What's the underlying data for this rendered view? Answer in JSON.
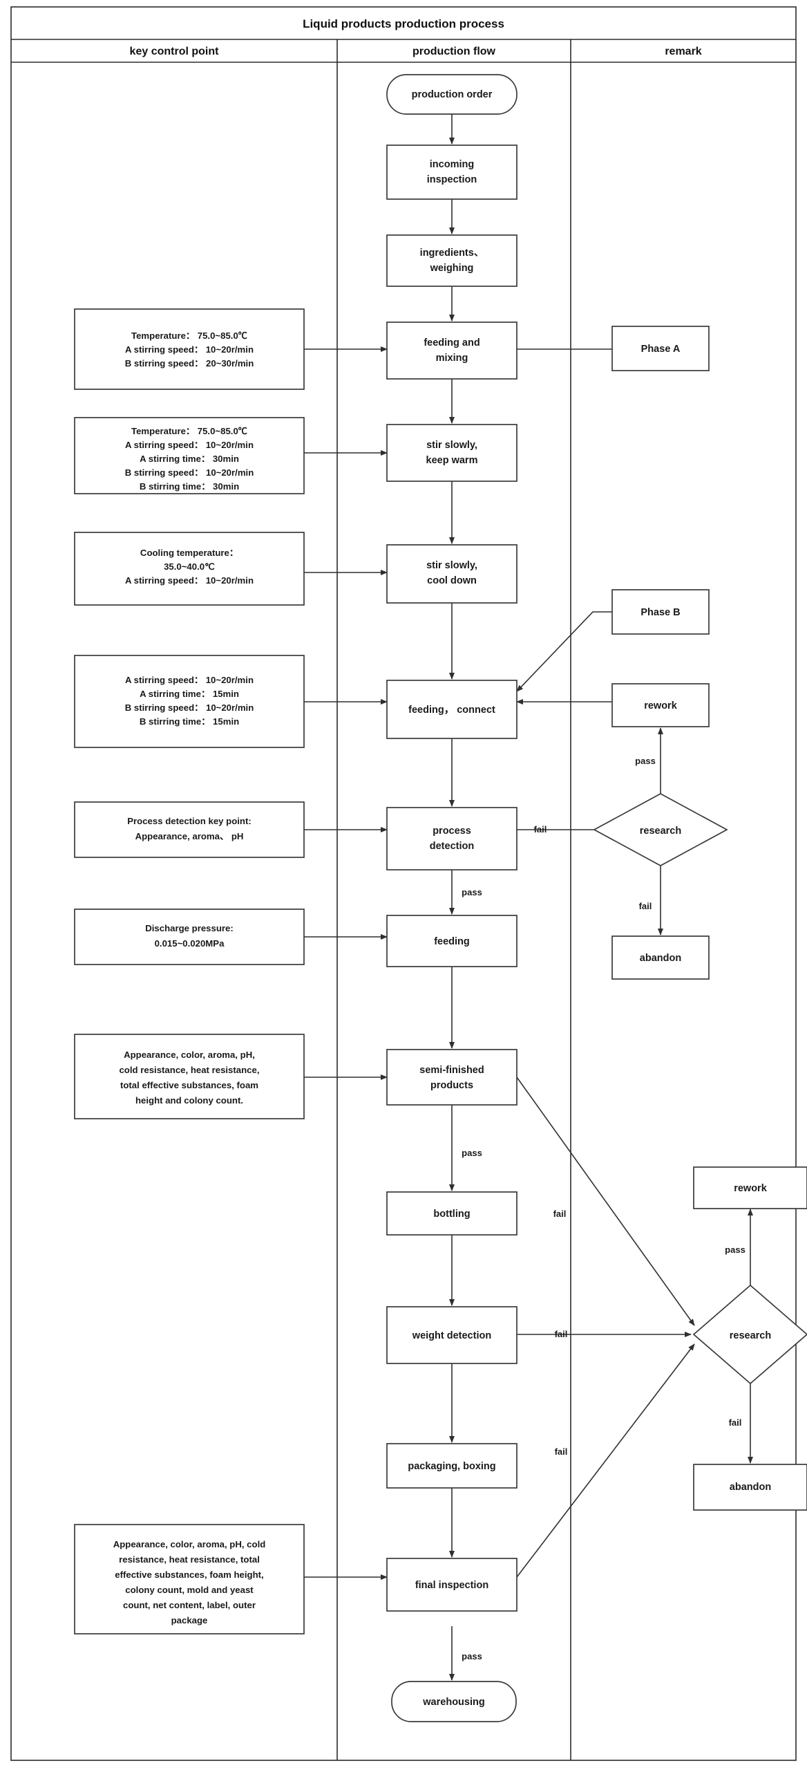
{
  "header": {
    "title": "Liquid products production process",
    "columns": [
      {
        "id": "key-control-point",
        "label": "key control point"
      },
      {
        "id": "production-flow",
        "label": "production flow"
      },
      {
        "id": "remark",
        "label": "remark"
      }
    ]
  },
  "flow_nodes": {
    "production_order": "production order",
    "incoming_inspection": "incoming\ninspection",
    "ingredients_weighing": "ingredients、\nweighing",
    "feeding_and_mixing": "feeding and\nmixing",
    "stir_keep_warm": "stir slowly,\nkeep warm",
    "stir_cool_down": "stir slowly,\ncool down",
    "feeding_connect": "feeding， connect",
    "process_detection": "process\ndetection",
    "feeding": "feeding",
    "semi_finished": "semi-finished\nproducts",
    "bottling": "bottling",
    "weight_detection": "weight detection",
    "packaging_boxing": "packaging, boxing",
    "final_inspection": "final inspection",
    "warehousing": "warehousing"
  },
  "control_points": {
    "cp1": "Temperature： 75.0~85.0℃\nA stirring speed： 10~20r/min\nB stirring speed： 20~30r/min",
    "cp2": "Temperature： 75.0~85.0℃\nA stirring speed： 10~20r/min\nA stirring time： 30min\nB stirring speed： 10~20r/min\nB stirring time： 30min",
    "cp3": "Cooling temperature：\n35.0~40.0℃\nA stirring speed： 10~20r/min",
    "cp4": "A stirring speed： 10~20r/min\nA stirring time： 15min\nB stirring speed： 10~20r/min\nB stirring time： 15min",
    "cp5": "Process detection key point:\nAppearance, aroma、 pH",
    "cp6": "Discharge pressure:\n0.015~0.020MPa",
    "cp7": "Appearance, color, aroma, pH,\ncold resistance, heat resistance,\ntotal effective substances, foam\nheight and colony count.",
    "cp8": "Appearance, color, aroma, pH, cold\nresistance, heat resistance, total\neffective substances, foam height,\ncolony count, mold and yeast\ncount, net content, label, outer\npackage"
  },
  "remark_nodes": {
    "phase_a": "Phase A",
    "phase_b": "Phase B",
    "rework_top": "rework",
    "research_top": "research",
    "abandon_top": "abandon",
    "rework_bottom": "rework",
    "research_bottom": "research",
    "abandon_bottom": "abandon"
  },
  "edge_labels": {
    "fail_process_detection": "fail",
    "pass_process_detection": "pass",
    "pass_research_top": "pass",
    "fail_research_top": "fail",
    "pass_semi_finished": "pass",
    "fail_semi_finished": "fail",
    "fail_weight_detection": "fail",
    "fail_packaging": "fail",
    "pass_research_bottom": "pass",
    "fail_research_bottom": "fail",
    "pass_final_inspection": "pass"
  },
  "chart_data": {
    "type": "diagram",
    "title": "Liquid products production process",
    "swimlanes": [
      "key control point",
      "production flow",
      "remark"
    ],
    "nodes": [
      {
        "id": "production_order",
        "lane": "production flow",
        "shape": "terminator",
        "label": "production order"
      },
      {
        "id": "incoming_inspection",
        "lane": "production flow",
        "shape": "process",
        "label": "incoming inspection"
      },
      {
        "id": "ingredients_weighing",
        "lane": "production flow",
        "shape": "process",
        "label": "ingredients、weighing"
      },
      {
        "id": "feeding_and_mixing",
        "lane": "production flow",
        "shape": "process",
        "label": "feeding and mixing"
      },
      {
        "id": "stir_keep_warm",
        "lane": "production flow",
        "shape": "process",
        "label": "stir slowly, keep warm"
      },
      {
        "id": "stir_cool_down",
        "lane": "production flow",
        "shape": "process",
        "label": "stir slowly, cool down"
      },
      {
        "id": "feeding_connect",
        "lane": "production flow",
        "shape": "process",
        "label": "feeding， connect"
      },
      {
        "id": "process_detection",
        "lane": "production flow",
        "shape": "process",
        "label": "process detection"
      },
      {
        "id": "feeding",
        "lane": "production flow",
        "shape": "process",
        "label": "feeding"
      },
      {
        "id": "semi_finished",
        "lane": "production flow",
        "shape": "process",
        "label": "semi-finished products"
      },
      {
        "id": "bottling",
        "lane": "production flow",
        "shape": "process",
        "label": "bottling"
      },
      {
        "id": "weight_detection",
        "lane": "production flow",
        "shape": "process",
        "label": "weight detection"
      },
      {
        "id": "packaging_boxing",
        "lane": "production flow",
        "shape": "process",
        "label": "packaging, boxing"
      },
      {
        "id": "final_inspection",
        "lane": "production flow",
        "shape": "process",
        "label": "final inspection"
      },
      {
        "id": "warehousing",
        "lane": "production flow",
        "shape": "terminator",
        "label": "warehousing"
      },
      {
        "id": "phase_a",
        "lane": "remark",
        "shape": "process",
        "label": "Phase A"
      },
      {
        "id": "phase_b",
        "lane": "remark",
        "shape": "process",
        "label": "Phase B"
      },
      {
        "id": "rework_top",
        "lane": "remark",
        "shape": "process",
        "label": "rework"
      },
      {
        "id": "research_top",
        "lane": "remark",
        "shape": "decision",
        "label": "research"
      },
      {
        "id": "abandon_top",
        "lane": "remark",
        "shape": "process",
        "label": "abandon"
      },
      {
        "id": "rework_bottom",
        "lane": "remark",
        "shape": "process",
        "label": "rework"
      },
      {
        "id": "research_bottom",
        "lane": "remark",
        "shape": "decision",
        "label": "research"
      },
      {
        "id": "abandon_bottom",
        "lane": "remark",
        "shape": "process",
        "label": "abandon"
      },
      {
        "id": "cp1",
        "lane": "key control point",
        "shape": "note",
        "label": "Temperature: 75.0~85.0℃ / A stirring speed: 10~20r/min / B stirring speed: 20~30r/min"
      },
      {
        "id": "cp2",
        "lane": "key control point",
        "shape": "note",
        "label": "Temperature: 75.0~85.0℃ / A stirring speed: 10~20r/min / A stirring time: 30min / B stirring speed: 10~20r/min / B stirring time: 30min"
      },
      {
        "id": "cp3",
        "lane": "key control point",
        "shape": "note",
        "label": "Cooling temperature: 35.0~40.0℃ / A stirring speed: 10~20r/min"
      },
      {
        "id": "cp4",
        "lane": "key control point",
        "shape": "note",
        "label": "A stirring speed: 10~20r/min / A stirring time: 15min / B stirring speed: 10~20r/min / B stirring time: 15min"
      },
      {
        "id": "cp5",
        "lane": "key control point",
        "shape": "note",
        "label": "Process detection key point: Appearance, aroma、 pH"
      },
      {
        "id": "cp6",
        "lane": "key control point",
        "shape": "note",
        "label": "Discharge pressure: 0.015~0.020MPa"
      },
      {
        "id": "cp7",
        "lane": "key control point",
        "shape": "note",
        "label": "Appearance, color, aroma, pH, cold resistance, heat resistance, total effective substances, foam height and colony count."
      },
      {
        "id": "cp8",
        "lane": "key control point",
        "shape": "note",
        "label": "Appearance, color, aroma, pH, cold resistance, heat resistance, total effective substances, foam height, colony count, mold and yeast count, net content, label, outer package"
      }
    ],
    "edges": [
      {
        "from": "production_order",
        "to": "incoming_inspection",
        "label": ""
      },
      {
        "from": "incoming_inspection",
        "to": "ingredients_weighing",
        "label": ""
      },
      {
        "from": "ingredients_weighing",
        "to": "feeding_and_mixing",
        "label": ""
      },
      {
        "from": "feeding_and_mixing",
        "to": "stir_keep_warm",
        "label": ""
      },
      {
        "from": "stir_keep_warm",
        "to": "stir_cool_down",
        "label": ""
      },
      {
        "from": "stir_cool_down",
        "to": "feeding_connect",
        "label": ""
      },
      {
        "from": "feeding_connect",
        "to": "process_detection",
        "label": ""
      },
      {
        "from": "process_detection",
        "to": "research_top",
        "label": "fail"
      },
      {
        "from": "process_detection",
        "to": "feeding",
        "label": "pass"
      },
      {
        "from": "research_top",
        "to": "rework_top",
        "label": "pass"
      },
      {
        "from": "research_top",
        "to": "abandon_top",
        "label": "fail"
      },
      {
        "from": "rework_top",
        "to": "feeding_connect",
        "label": ""
      },
      {
        "from": "feeding_and_mixing",
        "to": "phase_a",
        "label": ""
      },
      {
        "from": "phase_b",
        "to": "feeding_connect",
        "label": ""
      },
      {
        "from": "feeding",
        "to": "semi_finished",
        "label": ""
      },
      {
        "from": "semi_finished",
        "to": "bottling",
        "label": "pass"
      },
      {
        "from": "semi_finished",
        "to": "research_bottom",
        "label": "fail"
      },
      {
        "from": "bottling",
        "to": "weight_detection",
        "label": ""
      },
      {
        "from": "weight_detection",
        "to": "research_bottom",
        "label": "fail"
      },
      {
        "from": "weight_detection",
        "to": "packaging_boxing",
        "label": ""
      },
      {
        "from": "packaging_boxing",
        "to": "research_bottom",
        "label": "fail"
      },
      {
        "from": "packaging_boxing",
        "to": "final_inspection",
        "label": ""
      },
      {
        "from": "research_bottom",
        "to": "rework_bottom",
        "label": "pass"
      },
      {
        "from": "research_bottom",
        "to": "abandon_bottom",
        "label": "fail"
      },
      {
        "from": "final_inspection",
        "to": "warehousing",
        "label": "pass"
      },
      {
        "from": "cp1",
        "to": "feeding_and_mixing",
        "label": ""
      },
      {
        "from": "cp2",
        "to": "stir_keep_warm",
        "label": ""
      },
      {
        "from": "cp3",
        "to": "stir_cool_down",
        "label": ""
      },
      {
        "from": "cp4",
        "to": "feeding_connect",
        "label": ""
      },
      {
        "from": "cp5",
        "to": "process_detection",
        "label": ""
      },
      {
        "from": "cp6",
        "to": "feeding",
        "label": ""
      },
      {
        "from": "cp7",
        "to": "semi_finished",
        "label": ""
      },
      {
        "from": "cp8",
        "to": "final_inspection",
        "label": ""
      }
    ]
  }
}
